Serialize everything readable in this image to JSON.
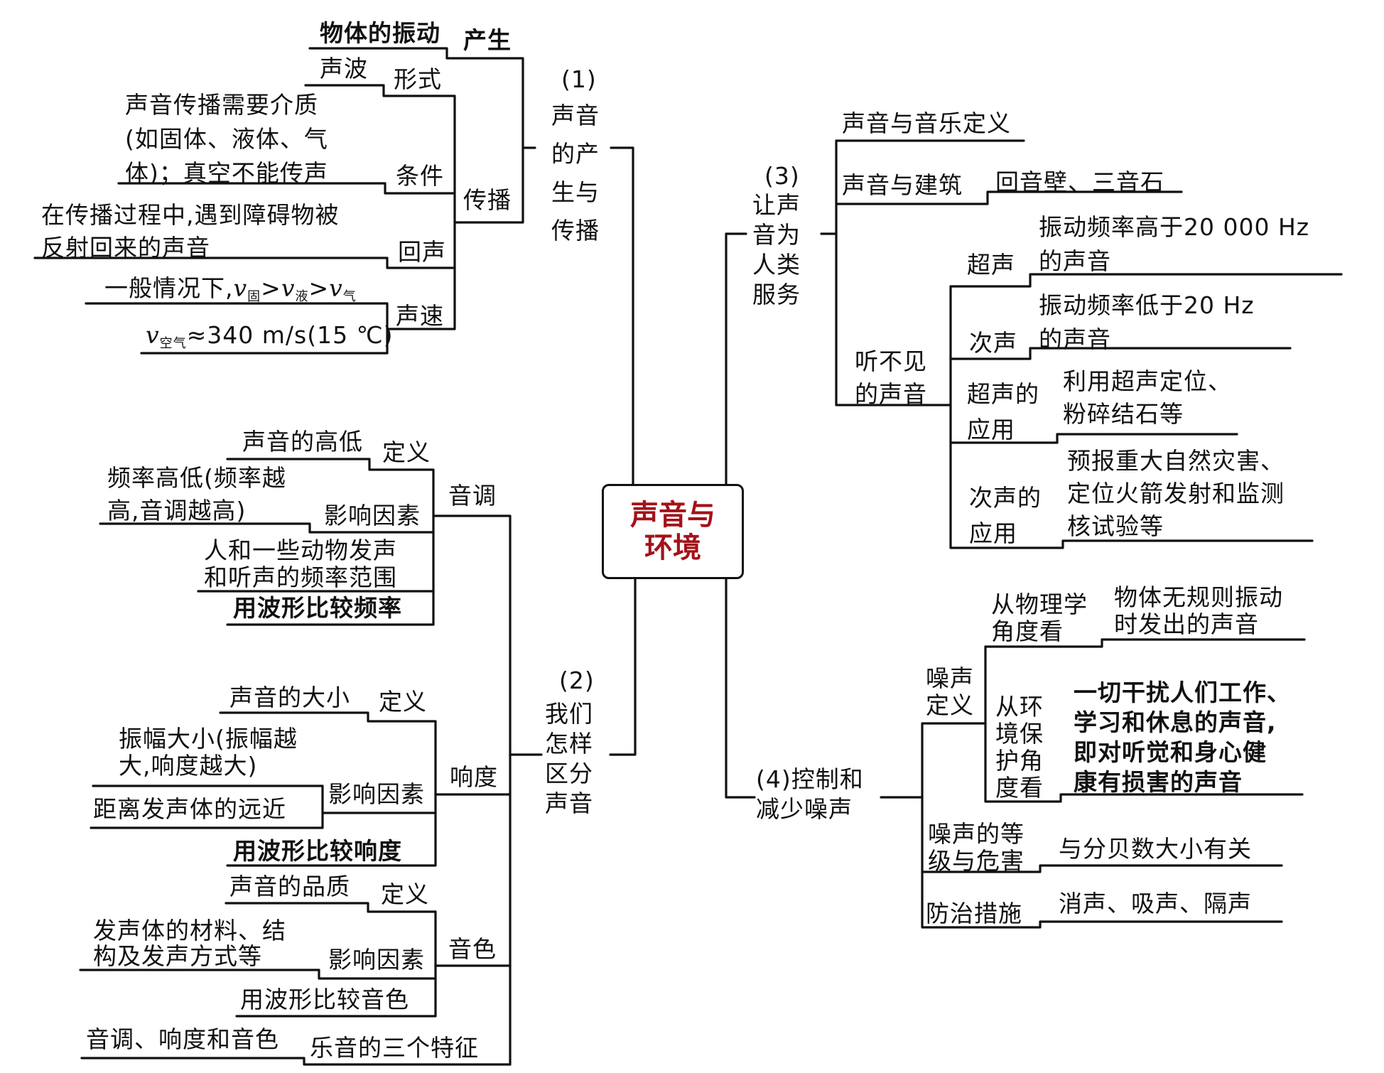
{
  "center": {
    "title": "声音与\n环境",
    "color": "#a3121a"
  },
  "branch1": {
    "num": "(1)",
    "label": "声音\n的产\n生与\n传播",
    "produce": {
      "key": "产生",
      "value": "物体的振动"
    },
    "form": {
      "key": "形式",
      "value": "声波"
    },
    "propagate": "传播",
    "condition": {
      "key": "条件",
      "value": "声音传播需要介质\n(如固体、液体、气\n体)；真空不能传声"
    },
    "echo": {
      "key": "回声",
      "value": "在传播过程中,遇到障碍物被\n反射回来的声音"
    },
    "speed": {
      "key": "声速",
      "general_prefix": "一般情况下,",
      "v": "v",
      "gt": ">",
      "solid": "固",
      "liquid": "液",
      "gas": "气",
      "air_sub": "空气",
      "air_value": "≈340 m/s(15 ℃)"
    }
  },
  "branch2": {
    "num": "(2)",
    "label": "我们\n怎样\n区分\n声音",
    "pitch": {
      "name": "音调",
      "def_key": "定义",
      "def_value": "声音的高低",
      "factor_key": "影响因素",
      "factor_value": "频率高低(频率越\n高,音调越高)",
      "range": "人和一些动物发声\n和听声的频率范围",
      "waveform": "用波形比较频率"
    },
    "loudness": {
      "name": "响度",
      "def_key": "定义",
      "def_value": "声音的大小",
      "factor_key": "影响因素",
      "factor_value": "振幅大小(振幅越\n大,响度越大)",
      "distance": "距离发声体的远近",
      "waveform": "用波形比较响度"
    },
    "timbre": {
      "name": "音色",
      "def_key": "定义",
      "def_value": "声音的品质",
      "factor_key": "影响因素",
      "factor_value": "发声体的材料、结\n构及发声方式等",
      "waveform": "用波形比较音色"
    },
    "features": {
      "key": "乐音的三个特征",
      "value": "音调、响度和音色"
    }
  },
  "branch3": {
    "num": "(3)",
    "label": "让声\n音为\n人类\n服务",
    "definition": "声音与音乐定义",
    "architecture": {
      "key": "声音与建筑",
      "value": "回音壁、三音石"
    },
    "inaudible": {
      "name": "听不见\n的声音",
      "ultrasound": {
        "key": "超声",
        "value": "振动频率高于20 000 Hz\n的声音"
      },
      "infrasound": {
        "key": "次声",
        "value": "振动频率低于20 Hz\n的声音"
      },
      "ultrasound_use": {
        "key": "超声的\n应用",
        "value": "利用超声定位、\n粉碎结石等"
      },
      "infrasound_use": {
        "key": "次声的\n应用",
        "value": "预报重大自然灾害、\n定位火箭发射和监测\n核试验等"
      }
    }
  },
  "branch4": {
    "label": "(4)控制和\n减少噪声",
    "noise_def": {
      "name": "噪声\n定义",
      "physics": {
        "key": "从物理学\n角度看",
        "value": "物体无规则振动\n时发出的声音"
      },
      "environment": {
        "key": "从环\n境保\n护角\n度看",
        "value": "一切干扰人们工作、\n学习和休息的声音,\n即对听觉和身心健\n康有损害的声音"
      }
    },
    "level": {
      "key": "噪声的等\n级与危害",
      "value": "与分贝数大小有关"
    },
    "prevention": {
      "key": "防治措施",
      "value": "消声、吸声、隔声"
    }
  }
}
